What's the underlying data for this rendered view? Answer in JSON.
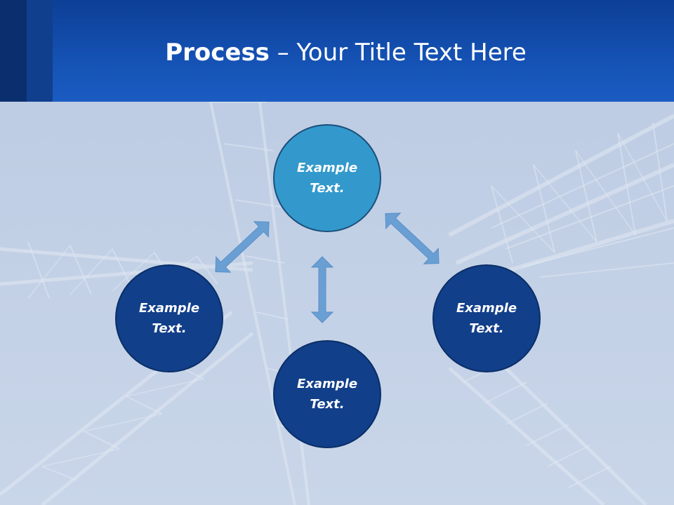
{
  "slide": {
    "title_bold": "Process",
    "title_rest": " – Your Title Text Here"
  },
  "nodes": {
    "top": "Example\nText.",
    "left": "Example\nText.",
    "right": "Example\nText.",
    "bottom": "Example\nText."
  },
  "colors": {
    "header": "#1552b4",
    "accent_dark": "#0b2f6e",
    "node_highlight": "#3399cc",
    "node_dark": "#123f8a",
    "arrow": "#6a9fd4",
    "background": "#c6d3e7"
  },
  "icons": {
    "arrow": "double-headed-arrow",
    "background": "telecom-tower-lattice-photo"
  }
}
